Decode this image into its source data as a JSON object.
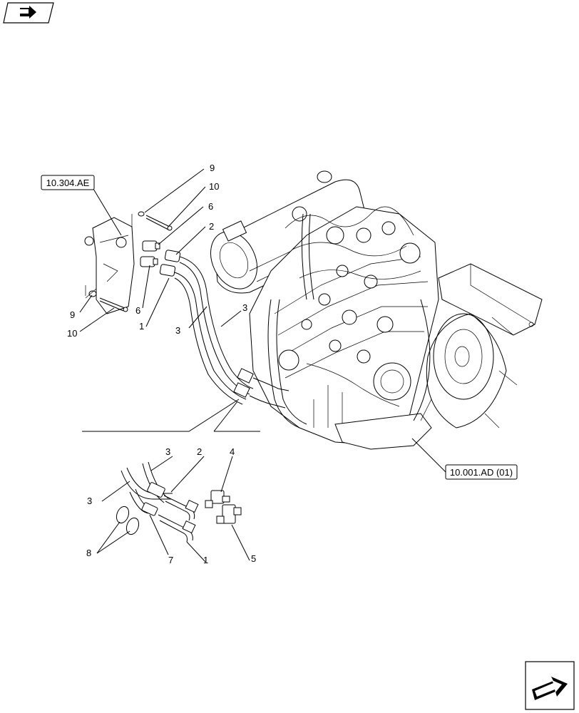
{
  "navigation": {
    "previous_icon": "nav-back-arrow-icon",
    "next_icon": "nav-forward-arrow-icon"
  },
  "references": {
    "ref_top": "10.304.AE",
    "ref_engine": "10.001.AD (01)"
  },
  "callouts": {
    "c9_top": "9",
    "c10_top": "10",
    "c6_top": "6",
    "c2_top": "2",
    "c9_left": "9",
    "c10_left": "10",
    "c6_bot": "6",
    "c1_top": "1",
    "c3_left": "3",
    "c3_right": "3",
    "d_3a": "3",
    "d_2": "2",
    "d_4": "4",
    "d_3b": "3",
    "d_8": "8",
    "d_7": "7",
    "d_1": "1",
    "d_5": "5"
  }
}
